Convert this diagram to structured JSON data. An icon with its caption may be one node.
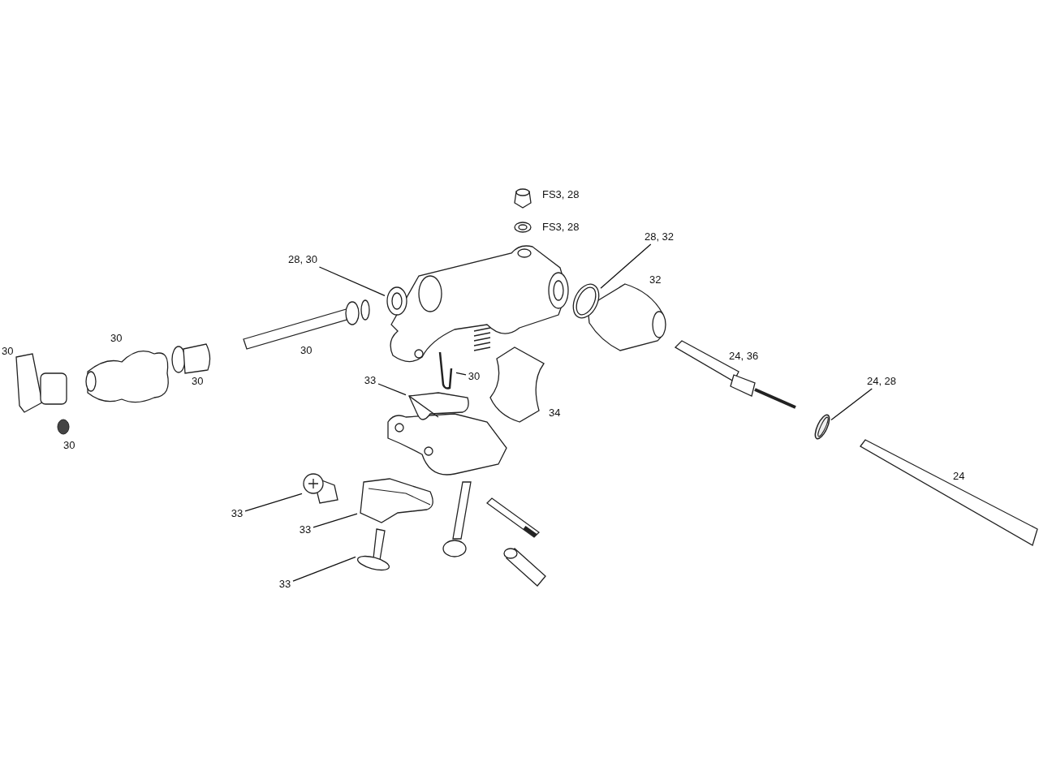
{
  "diagram": {
    "nodes": [
      {
        "text": [
          "28, 30"
        ]
      },
      {
        "text": [],
        "shape": "picture"
      },
      {
        "text": [
          "28, 32"
        ]
      },
      {
        "text": [],
        "shape": "picture"
      },
      {
        "text": [
          "30"
        ]
      },
      {
        "text": [],
        "shape": "picture"
      },
      {
        "text": [
          "33"
        ]
      },
      {
        "text": [],
        "shape": "picture"
      },
      {
        "text": [
          "24, 28"
        ]
      },
      {
        "text": [],
        "shape": "picture"
      },
      {
        "text": [
          "33"
        ]
      },
      {
        "text": [],
        "shape": "picture"
      },
      {
        "text": [
          "33"
        ]
      },
      {
        "text": [],
        "shape": "picture"
      },
      {
        "text": [
          "33"
        ]
      },
      {
        "text": [],
        "shape": "picture"
      }
    ],
    "edges": [
      {
        "from": 0,
        "to": 1,
        "arrow": "none"
      },
      {
        "from": 2,
        "to": 3,
        "arrow": "none"
      },
      {
        "from": 4,
        "to": 5,
        "arrow": "none"
      },
      {
        "from": 6,
        "to": 7,
        "arrow": "none"
      },
      {
        "from": 8,
        "to": 9,
        "arrow": "none"
      },
      {
        "from": 10,
        "to": 11,
        "arrow": "none"
      },
      {
        "from": 12,
        "to": 13,
        "arrow": "none"
      },
      {
        "from": 14,
        "to": 15,
        "arrow": "none"
      }
    ],
    "labels": [
      "FS3, 28",
      "FS3, 28",
      "32",
      "30",
      "30",
      "30",
      "24, 36",
      "30",
      "34",
      "30",
      "24"
    ]
  }
}
